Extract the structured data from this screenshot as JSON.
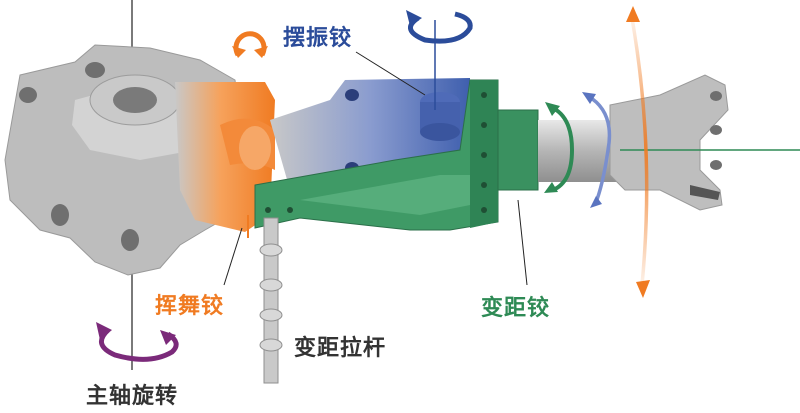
{
  "labels": {
    "swing_hinge": "摆振铰",
    "flap_hinge": "挥舞铰",
    "pitch_link": "变距拉杆",
    "pitch_hinge": "变距铰",
    "main_shaft_rotation": "主轴旋转"
  },
  "colors": {
    "swing": "#2b4c9a",
    "flap": "#f07b22",
    "pitch": "#2e8a55",
    "rotation": "#7b2a7a",
    "metal": "#b8b8b8",
    "text_dark": "#333333"
  }
}
